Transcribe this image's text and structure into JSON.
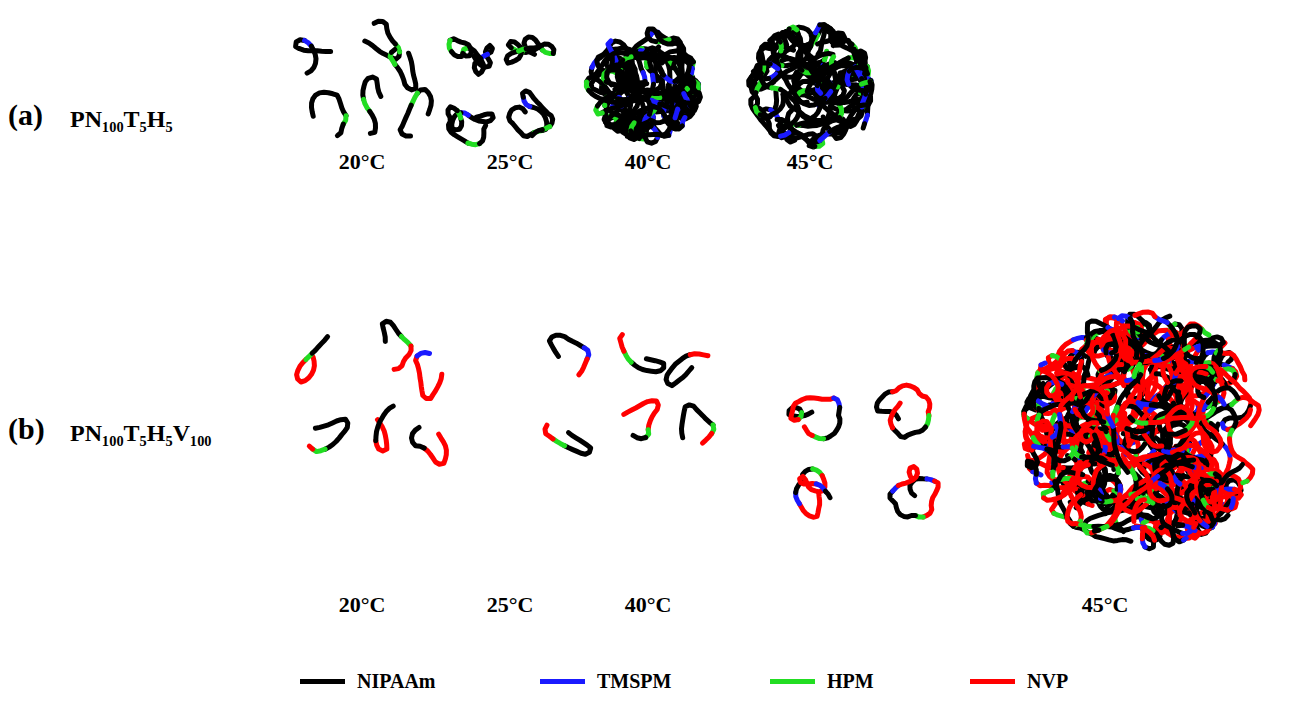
{
  "diagram": {
    "labels": [
      "(a)",
      "PN₁₀₀T₅H₅",
      "20°C",
      "25°C",
      "40°C",
      "45°C",
      "(b)",
      "PN₁₀₀T₅H₅V₁₀₀",
      "20°C",
      "25°C",
      "40°C",
      "45°C"
    ],
    "legend": [
      {
        "text": "NIPAAm",
        "color": "#000000"
      },
      {
        "text": "TMSPM",
        "color": "#1a1aff"
      },
      {
        "text": "HPM",
        "color": "#22dd22"
      },
      {
        "text": "NVP",
        "color": "#ff0000"
      }
    ]
  }
}
